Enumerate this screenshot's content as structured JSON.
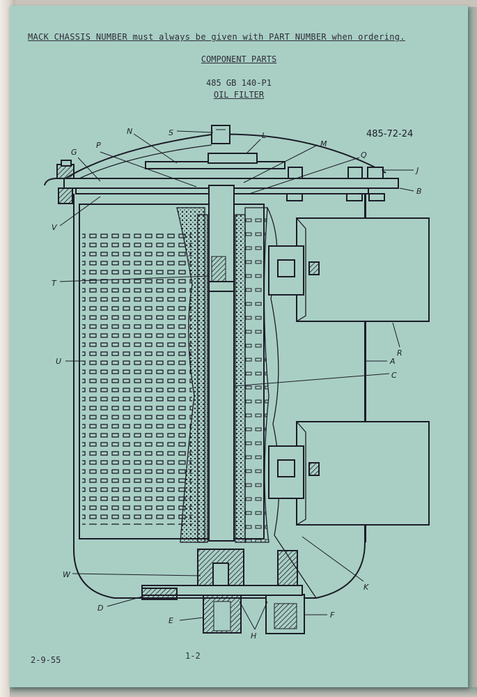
{
  "header": {
    "part1": "MACK CHASSIS NUMBER",
    "part2": " must always be given with ",
    "part3": "PART NUMBER",
    "part4": " when ordering."
  },
  "section_title": "COMPONENT PARTS",
  "part_number": "485 GB 140-P1",
  "part_name": "OIL FILTER",
  "figure": {
    "reference_number": "485-72-24",
    "callouts": [
      "N",
      "S",
      "L",
      "M",
      "Q",
      "G",
      "P",
      "J",
      "B",
      "V",
      "T",
      "R",
      "A",
      "C",
      "U",
      "K",
      "W",
      "D",
      "E",
      "H",
      "F"
    ]
  },
  "footer": {
    "date": "2-9-55",
    "page": "1-2"
  },
  "colors": {
    "page": "#a9cfc4",
    "ink": "#1c1c28"
  }
}
